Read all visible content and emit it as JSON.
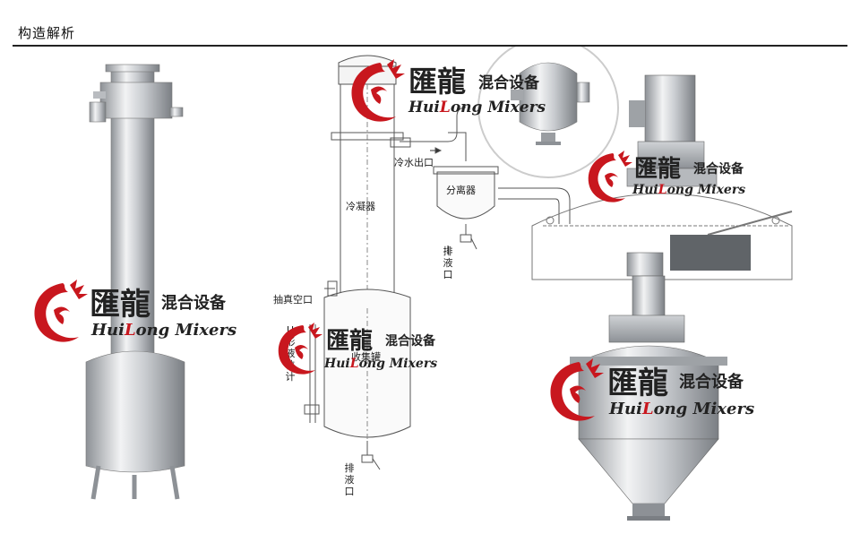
{
  "header": {
    "section_title": "构造解析"
  },
  "diagram_labels": {
    "cold_water_outlet": "冷水出口",
    "separator": "分离器",
    "drain_1": "排液口",
    "condenser": "冷凝器",
    "vacuum_port": "抽真空口",
    "level_gauge": "U形液位计",
    "collector": "收集罐",
    "drain_2": "排液口"
  },
  "watermark": {
    "brand_cn": "匯龍",
    "subtitle_cn": "混合设备",
    "brand_en_prefix": "Hui",
    "brand_en_highlight": "L",
    "brand_en_suffix": "ong Mixers"
  },
  "colors": {
    "brand_red": "#c8171e",
    "rule": "#222222",
    "steel_light": "#e6e8ea",
    "steel_dark": "#8d9196",
    "line_drawing": "#555555"
  }
}
